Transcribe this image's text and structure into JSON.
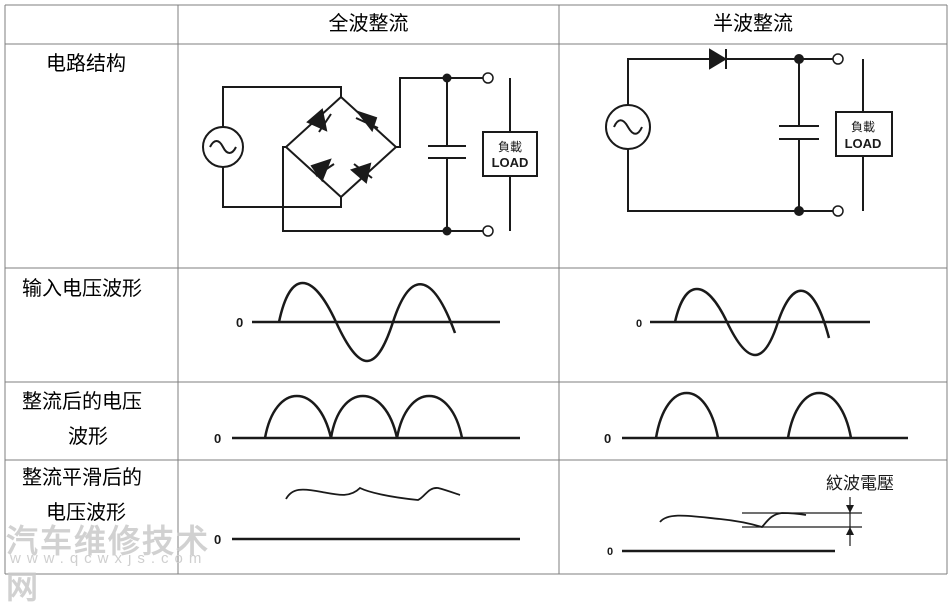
{
  "table": {
    "headers": [
      "全波整流",
      "半波整流"
    ],
    "rows": [
      {
        "label_lines": [
          "电路结构"
        ]
      },
      {
        "label_lines": [
          "输入电压波形"
        ]
      },
      {
        "label_lines": [
          "整流后的电压",
          "波形"
        ]
      },
      {
        "label_lines": [
          "整流平滑后的",
          "电压波形"
        ]
      }
    ]
  },
  "circuit": {
    "load_top": "負載",
    "load_bottom": "LOAD"
  },
  "waveforms": {
    "zero_label": "0",
    "ripple_label": "紋波電壓"
  },
  "watermark": {
    "main": "汽车维修技术网",
    "sub": "www.qcwxjs.com"
  },
  "colors": {
    "grid": "#7f7f7f",
    "ink": "#1a1a1a",
    "watermark": "#c9c9c9"
  }
}
